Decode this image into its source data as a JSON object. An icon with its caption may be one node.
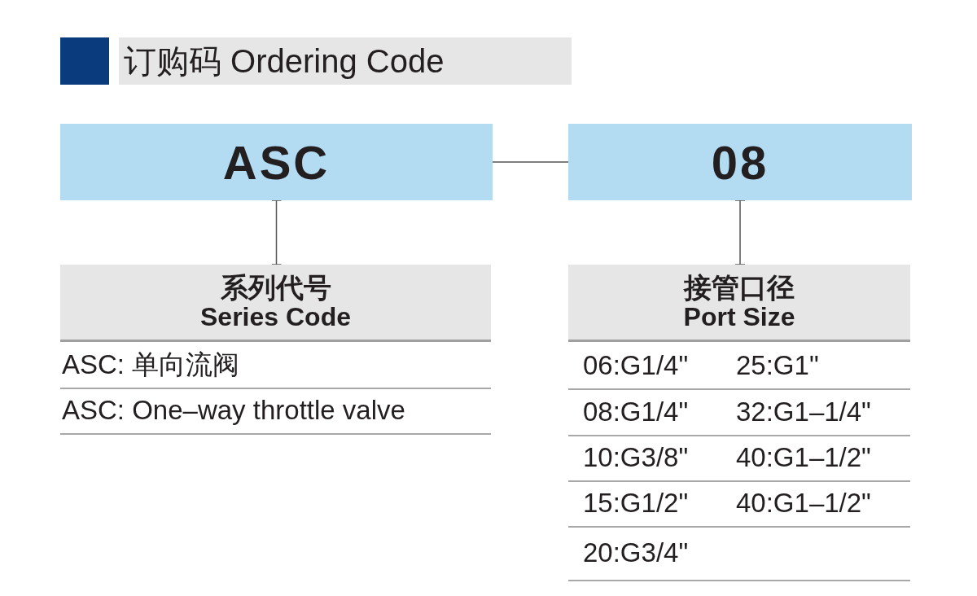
{
  "diagram": {
    "title": "订购码 Ordering Code",
    "nodes": [
      {
        "text": [
          "ASC"
        ]
      },
      {
        "text": [
          "08"
        ]
      },
      {
        "text": [
          "系列代号",
          "Series Code"
        ]
      },
      {
        "text": [
          "接管口径",
          "Port Size"
        ]
      }
    ],
    "edges": [
      {
        "from": 0,
        "to": 1,
        "arrow": "none"
      },
      {
        "from": 0,
        "to": 2,
        "arrow": "other"
      },
      {
        "from": 1,
        "to": 3,
        "arrow": "other"
      }
    ],
    "labels": [
      "ASC: 单向流阀",
      "ASC: One–way throttle valve",
      "06:G1/4\"",
      "25:G1\"",
      "08:G1/4\"",
      "32:G1–1/4\"",
      "10:G3/8\"",
      "40:G1–1/2\"",
      "15:G1/2\"",
      "40:G1–1/2\"",
      "20:G3/4\""
    ]
  }
}
